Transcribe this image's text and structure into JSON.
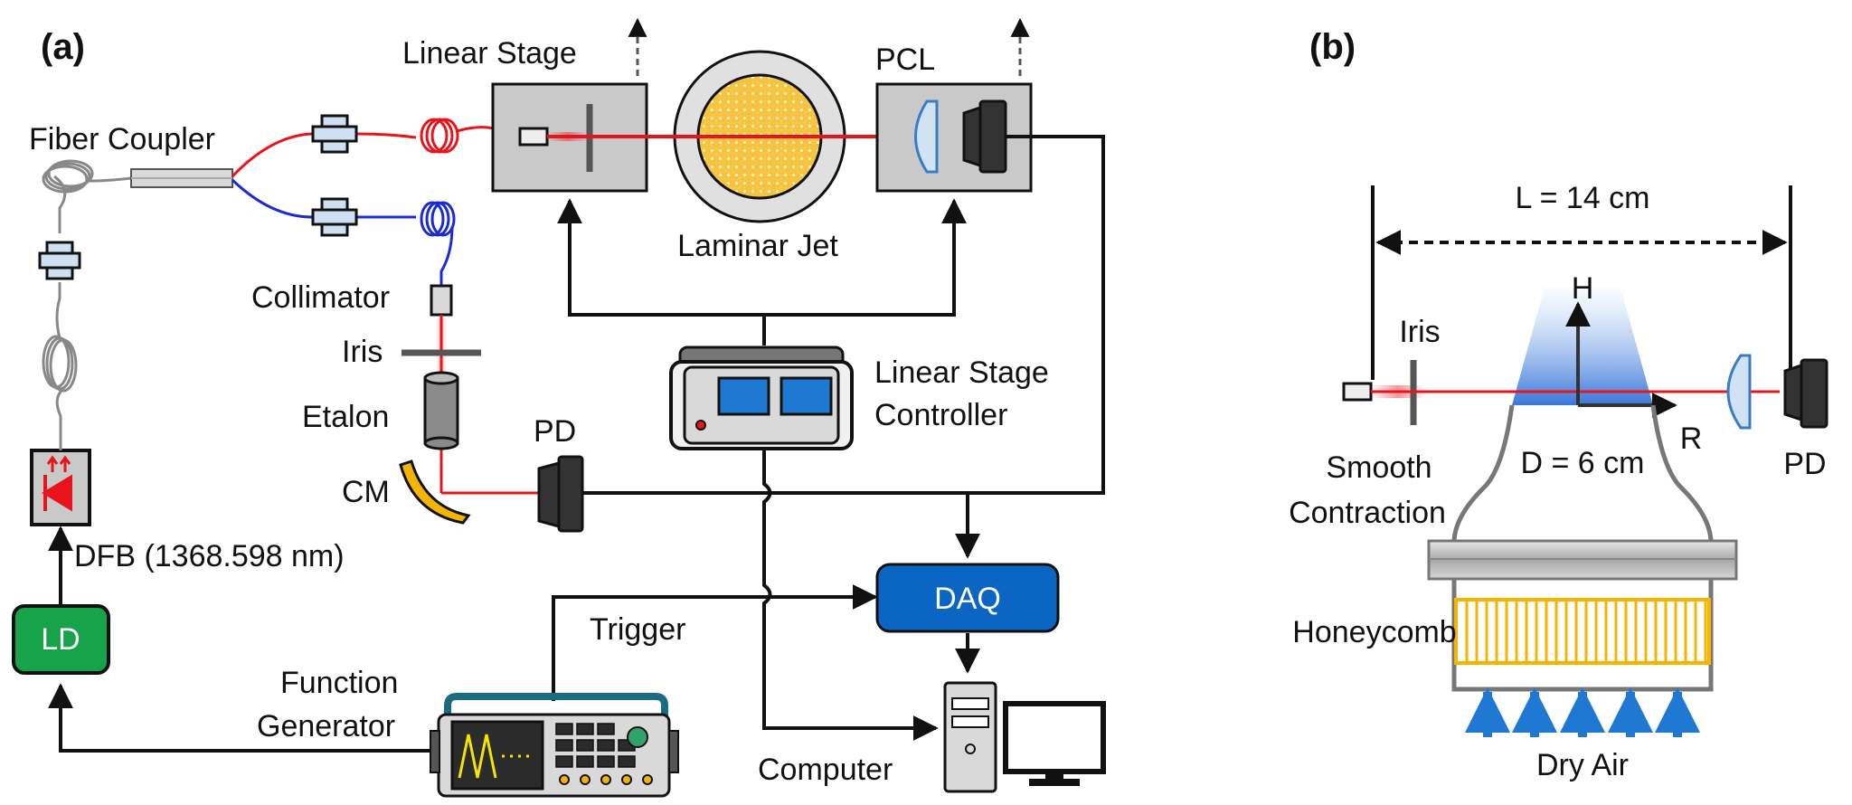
{
  "panels": {
    "a": "(a)",
    "b": "(b)"
  },
  "labels_a": {
    "fiber_coupler": "Fiber Coupler",
    "linear_stage": "Linear Stage",
    "pcl": "PCL",
    "laminar_jet": "Laminar Jet",
    "collimator": "Collimator",
    "iris": "Iris",
    "etalon": "Etalon",
    "cm": "CM",
    "pd": "PD",
    "stage_controller_1": "Linear Stage",
    "stage_controller_2": "Controller",
    "dfb": "DFB (1368.598 nm)",
    "ld": "LD",
    "daq": "DAQ",
    "trigger": "Trigger",
    "function_generator_1": "Function",
    "function_generator_2": "Generator",
    "computer": "Computer"
  },
  "labels_b": {
    "length": "L = 14 cm",
    "h_axis": "H",
    "r_axis": "R",
    "iris": "Iris",
    "diameter": "D = 6 cm",
    "smooth_contraction_1": "Smooth",
    "smooth_contraction_2": "Contraction",
    "pd": "PD",
    "honeycomb": "Honeycomb",
    "dry_air": "Dry Air"
  },
  "colors": {
    "laser": "#e8141c",
    "fiber_red": "#e8141c",
    "fiber_blue": "#1a2bd6",
    "box_green": "#16a34a",
    "box_blue": "#0b66c3",
    "stage_gray": "#c9c9c9",
    "jet_yellow": "#f5c542",
    "airflow_blue": "#1f78d1"
  }
}
